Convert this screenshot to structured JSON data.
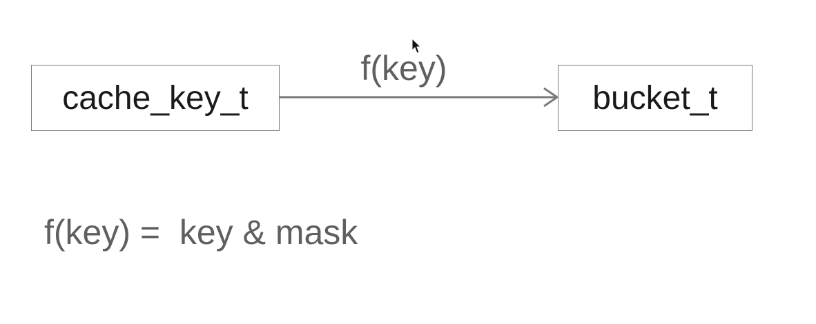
{
  "diagram": {
    "source_node": {
      "label": "cache_key_t"
    },
    "target_node": {
      "label": "bucket_t"
    },
    "edge": {
      "label": "f(key)"
    },
    "formula": "f(key) =  key & mask"
  },
  "colors": {
    "box_border": "#7a7a7a",
    "node_text": "#1a1a1a",
    "gray_text": "#5f5f5f",
    "arrow": "#7a7a7a",
    "background": "#ffffff"
  },
  "icons": {
    "cursor": "mouse-pointer-icon"
  }
}
